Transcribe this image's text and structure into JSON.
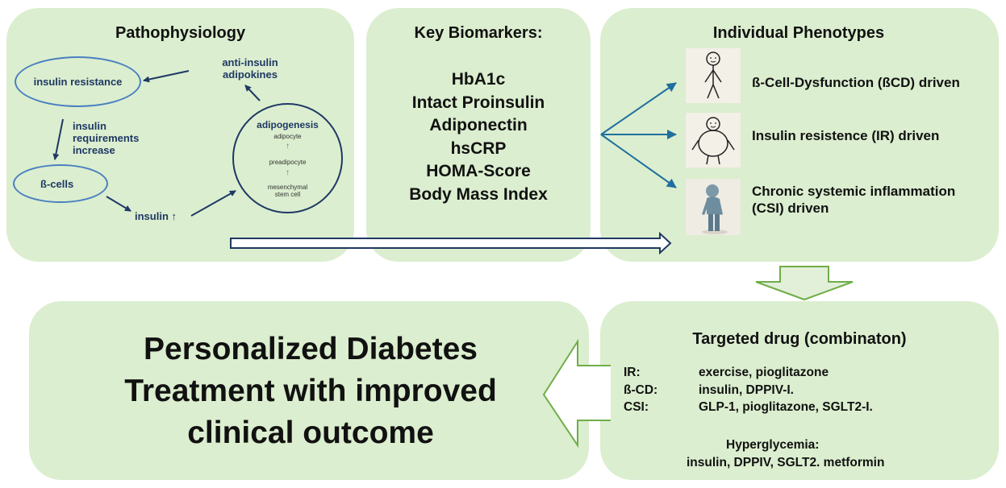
{
  "pathophysiology": {
    "title": "Pathophysiology",
    "insulin_resistance": "insulin resistance",
    "requirements": [
      "insulin",
      "requirements",
      "increase"
    ],
    "beta_cells": "ß-cells",
    "insulin_up": "insulin ↑",
    "anti_insulin": [
      "anti-insulin",
      "adipokines"
    ],
    "adipogenesis": {
      "title": "adipogenesis",
      "adipocyte": "adipocyte",
      "preadipocyte": "preadipocyte",
      "mesenchymal": [
        "mesenchymal",
        "stem cell"
      ]
    }
  },
  "biomarkers": {
    "title": "Key Biomarkers:",
    "items": [
      "HbA1c",
      "Intact Proinsulin",
      "Adiponectin",
      "hsCRP",
      "HOMA-Score",
      "Body Mass Index"
    ]
  },
  "phenotypes": {
    "title": "Individual Phenotypes",
    "items": [
      {
        "label": "ß-Cell-Dysfunction (ßCD) driven",
        "icon": "thin-stick-figure-icon"
      },
      {
        "label": "Insulin resistence (IR) driven",
        "icon": "obese-stick-figure-icon"
      },
      {
        "label": "Chronic systemic inflammation (CSI) driven",
        "icon": "inflamed-figure-icon"
      }
    ]
  },
  "treatment": {
    "title_lines": [
      "Personalized Diabetes",
      "Treatment with improved",
      "clinical outcome"
    ]
  },
  "drugs": {
    "title": "Targeted drug (combinaton)",
    "rows": [
      {
        "key": "IR:",
        "value": "exercise, pioglitazone"
      },
      {
        "key": "ß-CD:",
        "value": "insulin, DPPIV-I."
      },
      {
        "key": "CSI:",
        "value": "GLP-1, pioglitazone, SGLT2-I."
      }
    ],
    "hyper_title": "Hyperglycemia:",
    "hyper_value": "insulin, DPPIV, SGLT2. metformin"
  },
  "colors": {
    "panel_bg": "#dbeecf",
    "arrow_green": "#70ad47",
    "navy": "#1f3864",
    "oval_blue": "#4a7fc1"
  }
}
